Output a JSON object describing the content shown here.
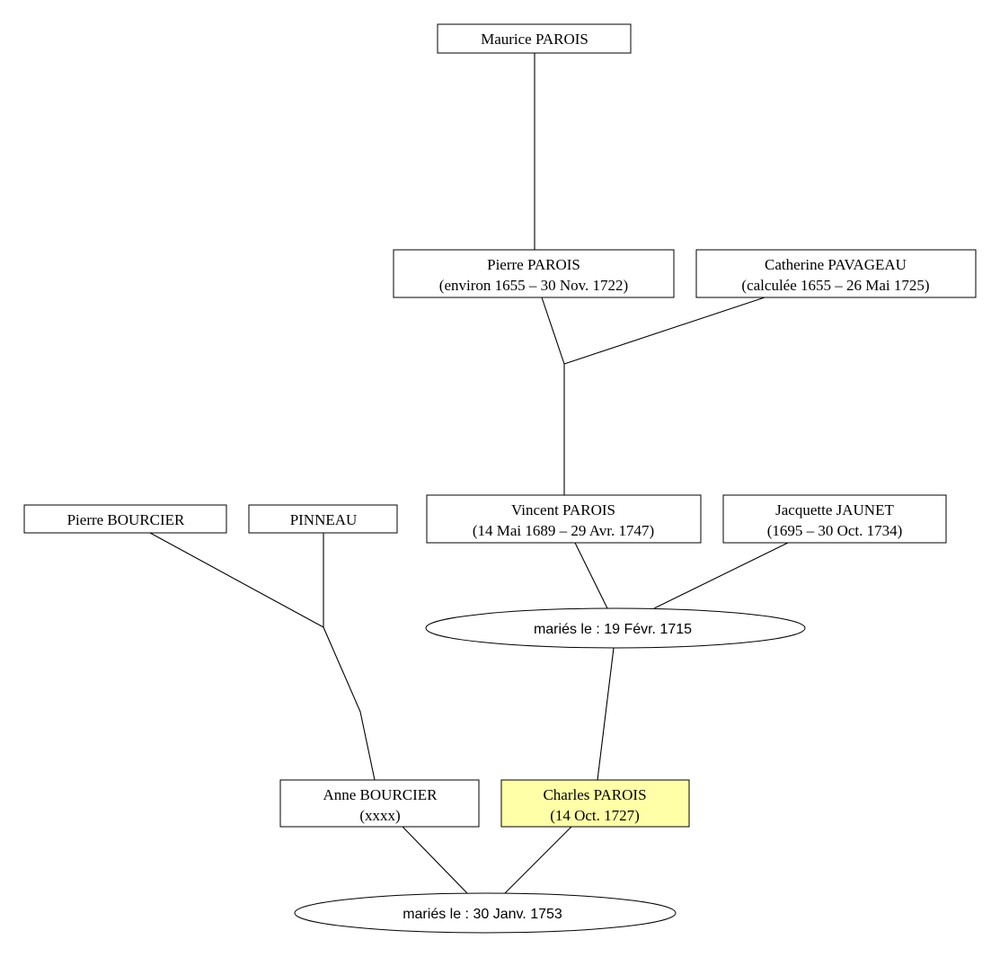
{
  "colors": {
    "highlight_fill": "#ffffa8",
    "stroke": "#000000",
    "background": "#ffffff"
  },
  "people": {
    "maurice": {
      "name": "Maurice PAROIS"
    },
    "pierre_p": {
      "name": "Pierre PAROIS",
      "dates": "(environ 1655 – 30 Nov. 1722)"
    },
    "catherine": {
      "name": "Catherine PAVAGEAU",
      "dates": "(calculée 1655 – 26 Mai 1725)"
    },
    "vincent": {
      "name": "Vincent PAROIS",
      "dates": "(14 Mai 1689 – 29 Avr. 1747)"
    },
    "jacquette": {
      "name": "Jacquette JAUNET",
      "dates": "(1695 – 30 Oct. 1734)"
    },
    "pierre_b": {
      "name": "Pierre BOURCIER"
    },
    "pinneau": {
      "name": "PINNEAU"
    },
    "anne": {
      "name": "Anne BOURCIER",
      "dates": "(xxxx)"
    },
    "charles": {
      "name": "Charles PAROIS",
      "dates": "(14 Oct. 1727)"
    }
  },
  "marriages": {
    "m1715": {
      "label": "mariés le : 19 Févr. 1715"
    },
    "m1753": {
      "label": "mariés le : 30 Janv. 1753"
    }
  }
}
